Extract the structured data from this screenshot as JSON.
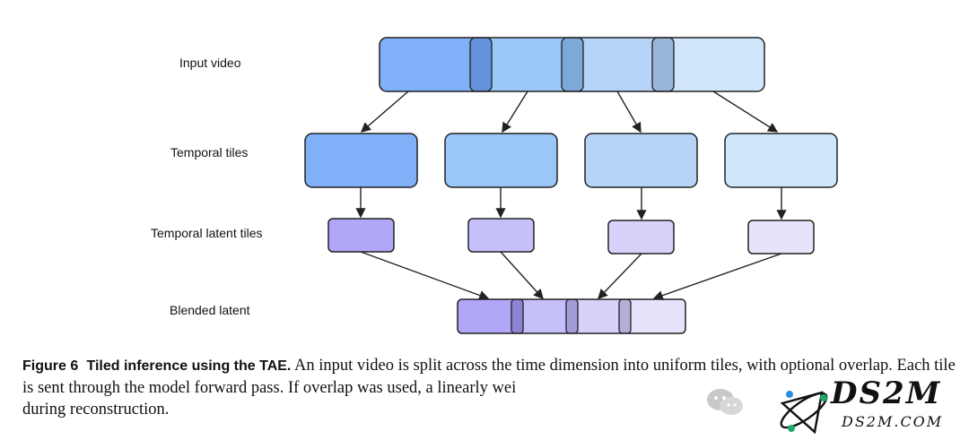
{
  "labels": {
    "input_video": "Input video",
    "temporal_tiles": "Temporal tiles",
    "temporal_latent_tiles": "Temporal latent tiles",
    "blended_latent": "Blended latent"
  },
  "caption": {
    "figure_label": "Figure 6",
    "title": "Tiled inference using the TAE.",
    "body": "An input video is split across the time dimension into uniform tiles, with optional overlap. Each tile is sent through the model forward pass. If overlap was used, a linearly wei",
    "tail": "during reconstruction."
  },
  "watermark": {
    "brand": "DS2M",
    "site": "DS2M.COM",
    "icon": "wechat-icon"
  },
  "colors": {
    "tile_1": "#7fb0f8",
    "tile_2": "#9ac6f8",
    "tile_3": "#b7d3f8",
    "tile_4": "#cfe6fb",
    "latent_1": "#b1a7f8",
    "latent_2": "#c6c0fa",
    "latent_3": "#d7d2fa",
    "latent_4": "#e6e4fc",
    "stroke": "#222222"
  }
}
